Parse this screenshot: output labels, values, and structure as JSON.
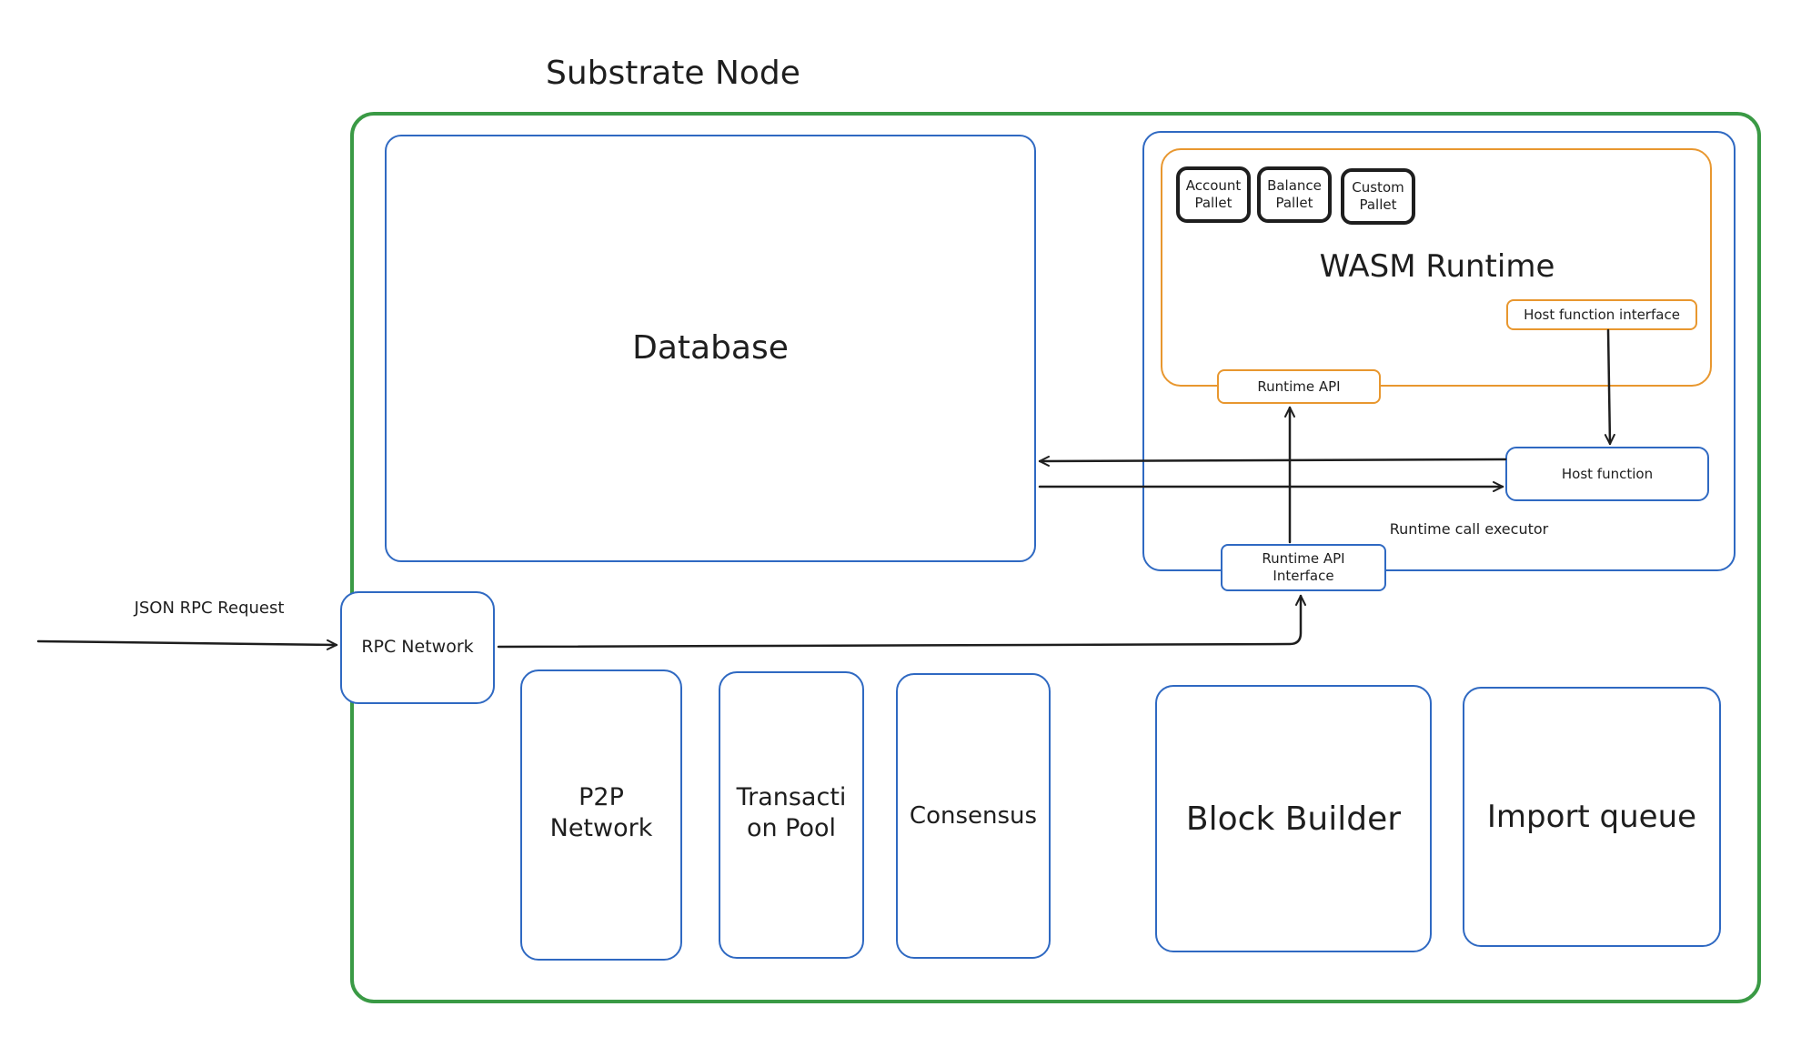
{
  "node": {
    "title": "Substrate Node"
  },
  "database": {
    "label": "Database"
  },
  "runtime": {
    "title": "WASM Runtime",
    "pallets": [
      {
        "label": "Account Pallet"
      },
      {
        "label": "Balance Pallet"
      },
      {
        "label": "Custom Pallet"
      }
    ],
    "host_function_interface": "Host function interface",
    "runtime_api": "Runtime API"
  },
  "executor": {
    "label": "Runtime call executor",
    "host_function": "Host function",
    "runtime_api_interface": "Runtime API Interface"
  },
  "rpc": {
    "request_label": "JSON RPC Request",
    "network": "RPC Network"
  },
  "services": [
    {
      "label": "P2P Network"
    },
    {
      "label": "Transacti on Pool"
    },
    {
      "label": "Consensus"
    },
    {
      "label": "Block Builder"
    },
    {
      "label": "Import queue"
    }
  ],
  "colors": {
    "node_border": "#3a9a45",
    "component_border": "#2f69c2",
    "runtime_border": "#e8972f",
    "pallet_border": "#1e1e1e"
  }
}
